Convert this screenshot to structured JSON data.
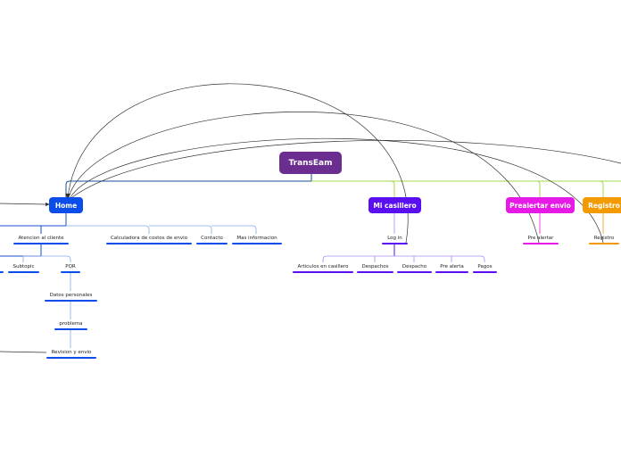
{
  "colors": {
    "root": "#6b2d8f",
    "home": "#0a4de8",
    "casillero": "#5a0ff0",
    "prealertar": "#e619e6",
    "registro": "#f39a00",
    "trunk_left": "#1a4f9c",
    "trunk_right": "#a6d94a",
    "home_line": "#1a4fd1",
    "home_branch": "#8aa7ea",
    "casillero_branch": "#a98af5",
    "relation": "#333333"
  },
  "root": {
    "label": "TransEam"
  },
  "main_topics": {
    "home": "Home",
    "casillero": "Mi casillero",
    "prealertar": "Prealertar envio",
    "registro": "Registro"
  },
  "home": {
    "atencion": "Atencion al cliente",
    "calculadora": "Calculadora de costos de envio",
    "contacto": "Contacto",
    "mas_info": "Mas informacion",
    "subtopic": "Subtopic",
    "pqr": "PQR",
    "datos": "Datos personales",
    "problema": "problema",
    "revision": "Revision y envio"
  },
  "casillero": {
    "login": "Log in",
    "articulos": "Articulos en casillero",
    "despachos": "Despachos",
    "despacho": "Despacho",
    "pre_alerta": "Pre alerta",
    "pagos": "Pagos"
  },
  "prealertar": {
    "pre_alertar": "Pre alertar"
  },
  "registro": {
    "registro": "Registro"
  }
}
